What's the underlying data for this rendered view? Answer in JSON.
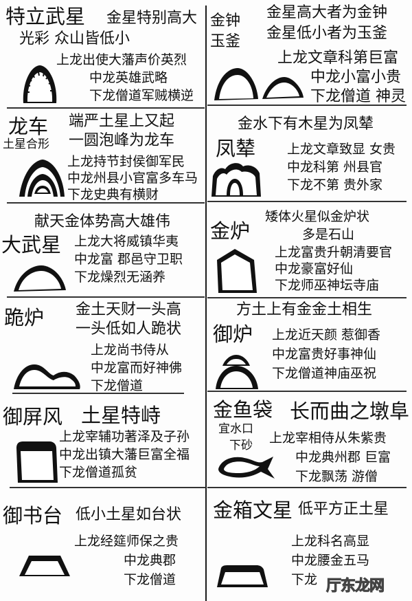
{
  "cells": [
    {
      "title": "特立武星",
      "desc": [
        "金星特别高大",
        "光彩 众山皆低小"
      ],
      "lines": [
        "上龙出使大藩声价英烈",
        "中龙英雄武略",
        "下龙僧道军贼横逆"
      ],
      "shape_icon": "tall-arch-mountain-icon"
    },
    {
      "title": [
        "金钟",
        "玉釜"
      ],
      "desc": [
        "金星高大者为金钟",
        "金星低小者为玉釜"
      ],
      "lines": [
        "上龙文章科第巨富",
        "中龙小富小贵",
        "下龙僧道 神灵"
      ],
      "shape_icon": "twin-arch-mountain-icon"
    },
    {
      "title": "龙车",
      "subtitle": "土星合形",
      "desc": [
        "端严土星上又起",
        "一圆泡峰为龙车"
      ],
      "lines": [
        "上龙持节封侯御军民",
        "中龙州县小官富多车马",
        "下龙史典有横财"
      ],
      "shape_icon": "layered-peak-mountain-icon"
    },
    {
      "title": "凤辇",
      "desc": [
        "金水下有木星为凤辇"
      ],
      "lines": [
        "上龙文章致显 女贵",
        "中龙科第 州县官",
        "下龙不第 贵外家"
      ],
      "shape_icon": "wavy-top-mountain-icon"
    },
    {
      "title": "大武星",
      "desc": [
        "献天金体势高大雄伟"
      ],
      "lines": [
        "上龙大将威镇华夷",
        "中龙富 郡邑守卫职",
        "下龙燥烈无涵养"
      ],
      "shape_icon": "wide-arch-mountain-icon"
    },
    {
      "title": "金炉",
      "desc": [
        "矮体火星似金炉状",
        "多是石山"
      ],
      "lines": [
        "上龙富贵升朝清要官",
        "中龙豪富好仙",
        "下龙师巫神坛寺庙"
      ],
      "shape_icon": "furnace-mountain-icon"
    },
    {
      "title": "跪炉",
      "desc": [
        "金土天财一头高",
        "一头低如人跪状"
      ],
      "lines": [
        "上龙尚书侍从",
        "中龙富而好神佛",
        "下龙僧道"
      ],
      "shape_icon": "kneeling-mountain-icon"
    },
    {
      "title": "御炉",
      "desc": [
        "方土上有金金土相生"
      ],
      "lines": [
        "上龙近天颜 惹御香",
        "中龙富贵好事神仙",
        "下龙僧道神庙巫祝"
      ],
      "shape_icon": "stacked-arch-mountain-icon"
    },
    {
      "title": "御屏风",
      "desc": [
        "土星特峙"
      ],
      "lines": [
        "上龙宰辅功著泽及子孙",
        "中龙出镇大藩巨富全福",
        "下龙僧道孤贫"
      ],
      "shape_icon": "screen-mountain-icon"
    },
    {
      "title": "金鱼袋",
      "subtitle": [
        "宜水口",
        "下砂"
      ],
      "desc": [
        "长而曲之墩阜"
      ],
      "lines": [
        "上龙宰相侍从朱紫贵",
        "中龙典州郡 巨富",
        "下龙飘荡 游僧"
      ],
      "shape_icon": "fish-shaped-hill-icon"
    },
    {
      "title": "御书台",
      "desc": [
        "低小土星如台状"
      ],
      "lines": [
        "上龙经筵师保之贵",
        "中龙典郡",
        "下龙僧道"
      ],
      "shape_icon": "platform-mountain-icon"
    },
    {
      "title": "金箱文星",
      "desc": [
        "低平方正土星"
      ],
      "lines": [
        "上龙科名高显",
        "中龙腰金五马",
        "下龙"
      ],
      "shape_icon": "box-mountain-icon"
    }
  ],
  "watermark": "厅东龙网"
}
